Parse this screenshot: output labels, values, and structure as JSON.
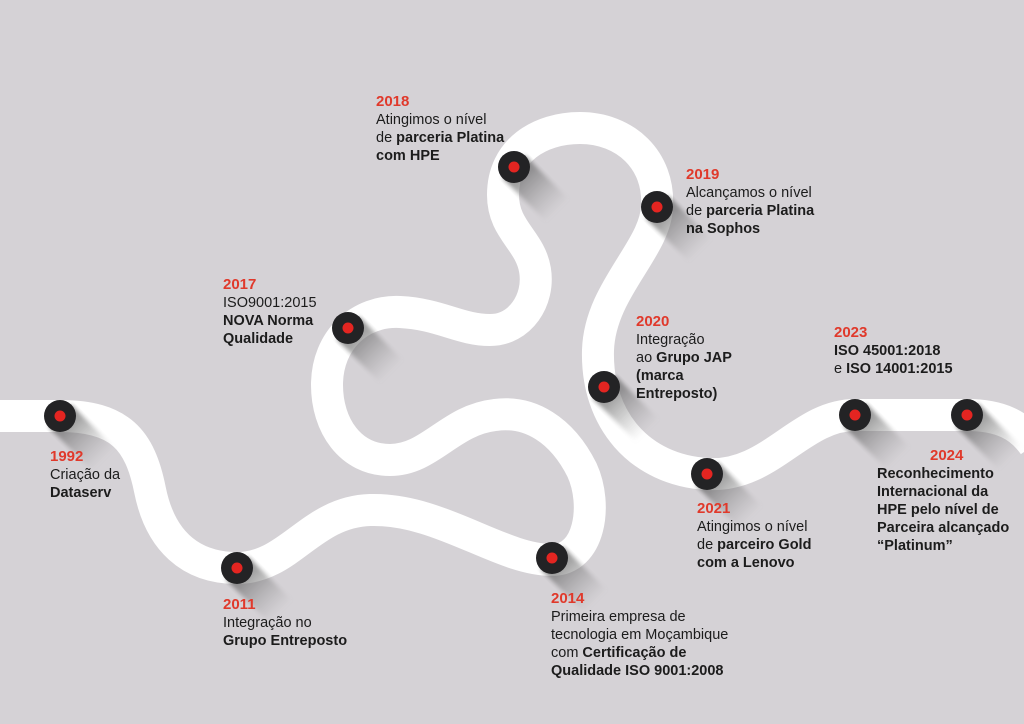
{
  "colors": {
    "background": "#d5d2d6",
    "road": "#ffffff",
    "pin": "#232325",
    "pin_dot": "#e42521",
    "year": "#e0392b",
    "text": "#1c1c1c"
  },
  "milestones": [
    {
      "id": "1992",
      "year": "1992",
      "lines": [
        [
          {
            "t": "Criação da"
          }
        ],
        [
          {
            "t": "Dataserv",
            "b": true
          }
        ]
      ]
    },
    {
      "id": "2011",
      "year": "2011",
      "lines": [
        [
          {
            "t": "Integração no"
          }
        ],
        [
          {
            "t": "Grupo Entreposto",
            "b": true
          }
        ]
      ]
    },
    {
      "id": "2014",
      "year": "2014",
      "lines": [
        [
          {
            "t": "Primeira empresa  de"
          }
        ],
        [
          {
            "t": "tecnologia em Moçambique"
          }
        ],
        [
          {
            "t": "com "
          },
          {
            "t": "Certificação de",
            "b": true
          }
        ],
        [
          {
            "t": "Qualidade ISO 9001:2008",
            "b": true
          }
        ]
      ]
    },
    {
      "id": "2017",
      "year": "2017",
      "lines": [
        [
          {
            "t": "ISO9001:2015"
          }
        ],
        [
          {
            "t": "NOVA Norma",
            "b": true
          }
        ],
        [
          {
            "t": "Qualidade",
            "b": true
          }
        ]
      ]
    },
    {
      "id": "2018",
      "year": "2018",
      "lines": [
        [
          {
            "t": "Atingimos o nível"
          }
        ],
        [
          {
            "t": "de "
          },
          {
            "t": "parceria Platina",
            "b": true
          }
        ],
        [
          {
            "t": "com HPE",
            "b": true
          }
        ]
      ]
    },
    {
      "id": "2019",
      "year": "2019",
      "lines": [
        [
          {
            "t": "Alcançamos o nível"
          }
        ],
        [
          {
            "t": "de "
          },
          {
            "t": "parceria Platina",
            "b": true
          }
        ],
        [
          {
            "t": "na Sophos",
            "b": true
          }
        ]
      ]
    },
    {
      "id": "2020",
      "year": "2020",
      "lines": [
        [
          {
            "t": "Integração"
          }
        ],
        [
          {
            "t": "ao "
          },
          {
            "t": "Grupo JAP",
            "b": true
          }
        ],
        [
          {
            "t": "(marca",
            "b": true
          }
        ],
        [
          {
            "t": "Entreposto)",
            "b": true
          }
        ]
      ]
    },
    {
      "id": "2021",
      "year": "2021",
      "lines": [
        [
          {
            "t": "Atingimos o nível"
          }
        ],
        [
          {
            "t": "de "
          },
          {
            "t": "parceiro Gold",
            "b": true
          }
        ],
        [
          {
            "t": "com a Lenovo",
            "b": true
          }
        ]
      ]
    },
    {
      "id": "2023",
      "year": "2023",
      "lines": [
        [
          {
            "t": "ISO 45001:2018",
            "b": true
          }
        ],
        [
          {
            "t": "e "
          },
          {
            "t": "ISO 14001:2015",
            "b": true
          }
        ]
      ]
    },
    {
      "id": "2024",
      "year": "2024",
      "lines": [
        [
          {
            "t": "Reconhecimento",
            "b": true
          }
        ],
        [
          {
            "t": "Internacional da",
            "b": true
          }
        ],
        [
          {
            "t": "HPE pelo nível de",
            "b": true
          }
        ],
        [
          {
            "t": "Parceira alcançado",
            "b": true
          }
        ],
        [
          {
            "t": "“Platinum”",
            "b": true
          }
        ]
      ]
    }
  ]
}
